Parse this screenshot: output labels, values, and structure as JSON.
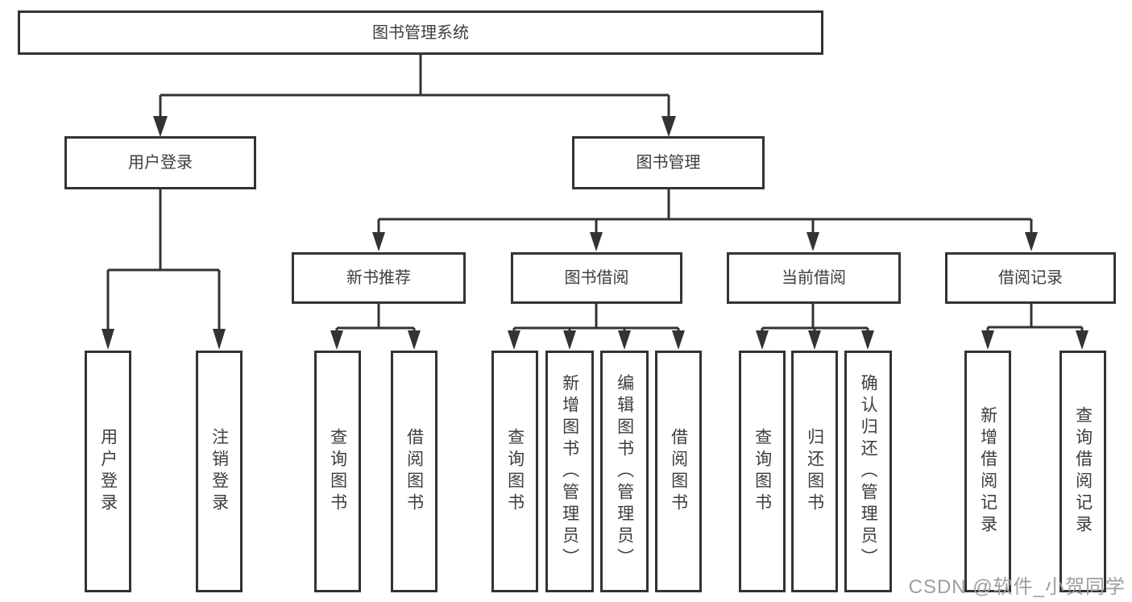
{
  "root": {
    "label": "图书管理系统"
  },
  "branches": {
    "user_login": {
      "label": "用户登录",
      "children": [
        {
          "label": "用户登录"
        },
        {
          "label": "注销登录"
        }
      ]
    },
    "book_management": {
      "label": "图书管理",
      "children": [
        {
          "label": "新书推荐",
          "children": [
            {
              "label": "查询图书"
            },
            {
              "label": "借阅图书"
            }
          ]
        },
        {
          "label": "图书借阅",
          "children": [
            {
              "label": "查询图书"
            },
            {
              "label": "新增图书（管理员）"
            },
            {
              "label": "编辑图书（管理员）"
            },
            {
              "label": "借阅图书"
            }
          ]
        },
        {
          "label": "当前借阅",
          "children": [
            {
              "label": "查询图书"
            },
            {
              "label": "归还图书"
            },
            {
              "label": "确认归还（管理员）"
            }
          ]
        },
        {
          "label": "借阅记录",
          "children": [
            {
              "label": "新增借阅记录"
            },
            {
              "label": "查询借阅记录"
            }
          ]
        }
      ]
    }
  },
  "watermark": "CSDN @软件_小贺同学",
  "colors": {
    "line": "#333333",
    "text": "#3d3d3d",
    "background": "#ffffff",
    "watermark": "#9e9e9e"
  }
}
